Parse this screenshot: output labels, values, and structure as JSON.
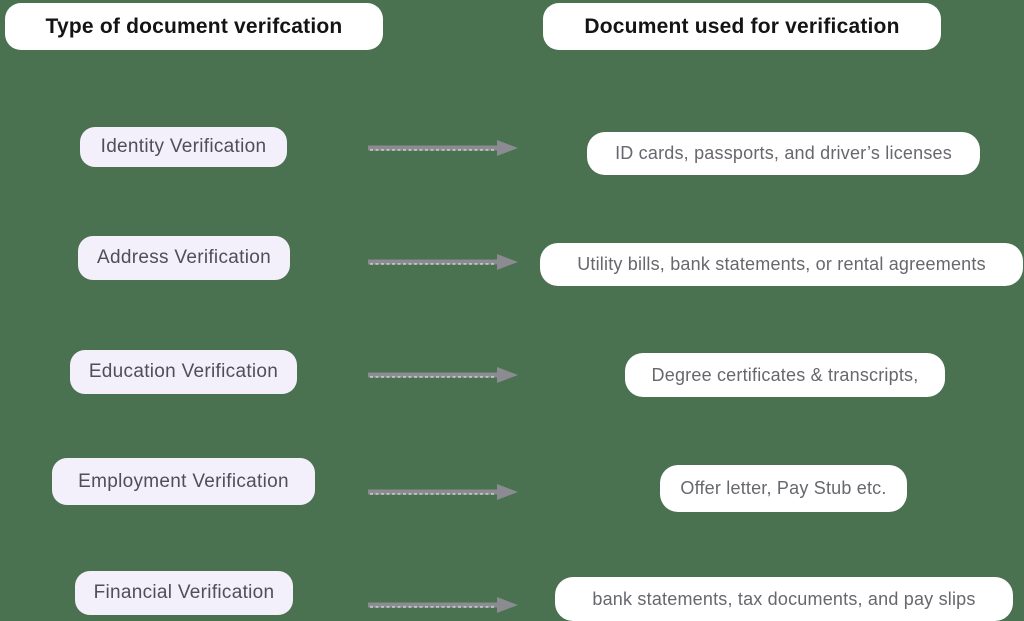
{
  "headers": {
    "left": "Type of document verifcation",
    "right": "Document used for verification"
  },
  "rows": [
    {
      "type": "Identity Verification",
      "documents": "ID cards, passports, and driver’s licenses"
    },
    {
      "type": "Address Verification",
      "documents": "Utility bills, bank statements, or rental agreements"
    },
    {
      "type": "Education Verification",
      "documents": "Degree certificates & transcripts,"
    },
    {
      "type": "Employment Verification",
      "documents": "Offer letter, Pay Stub etc."
    },
    {
      "type": "Financial Verification",
      "documents": "bank statements, tax documents, and pay slips"
    }
  ],
  "icons": {
    "arrow": "right-arrow-icon"
  },
  "colors": {
    "background": "#4a7150",
    "type_box": "#f3effb",
    "doc_box": "#ffffff",
    "arrow": "#8b8b91",
    "arrow_dash": "#e4e4e4",
    "header_text": "#141414",
    "type_text": "#4f4f56",
    "doc_text": "#67676e"
  }
}
